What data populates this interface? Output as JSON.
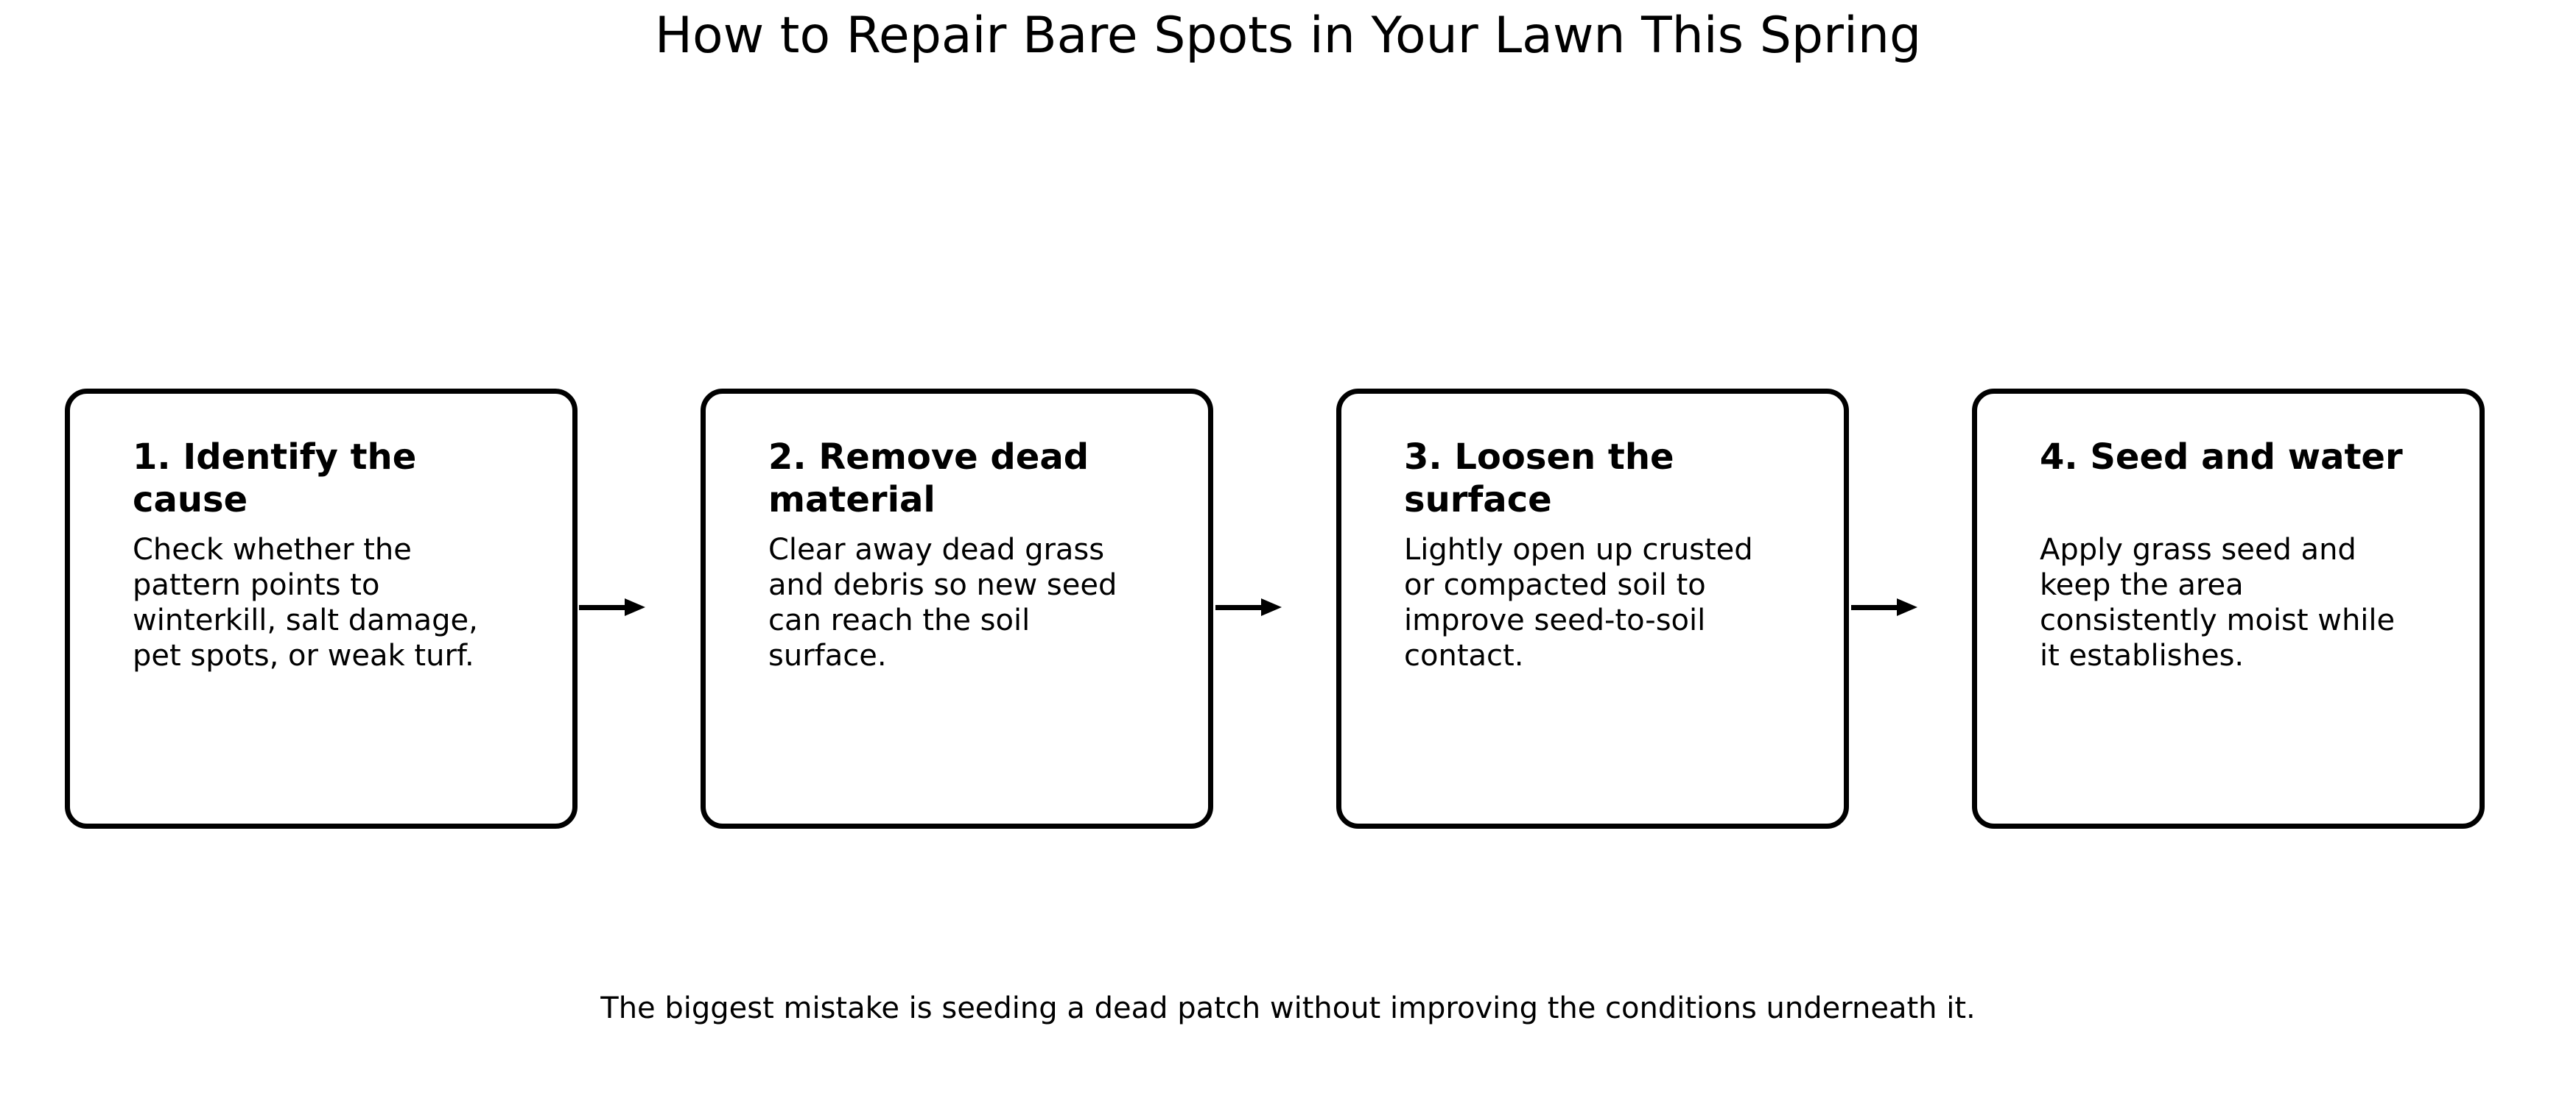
{
  "page": {
    "background_color": "#ffffff",
    "text_color": "#000000",
    "title": "How to Repair Bare Spots in Your Lawn This Spring",
    "caption": "The biggest mistake is seeding a dead patch without improving the conditions underneath it."
  },
  "cards": [
    {
      "title": "1. Identify the\ncause",
      "body": "Check whether the\npattern points to\nwinterkill, salt damage,\npet spots, or weak turf."
    },
    {
      "title": "2. Remove dead\nmaterial",
      "body": "Clear away dead grass\nand debris so new seed\ncan reach the soil\nsurface."
    },
    {
      "title": "3. Loosen the\nsurface",
      "body": "Lightly open up crusted\nor compacted soil to\nimprove seed-to-soil\ncontact."
    },
    {
      "title": "4. Seed and water",
      "body": "Apply grass seed and\nkeep the area\nconsistently moist while\nit establishes."
    }
  ]
}
